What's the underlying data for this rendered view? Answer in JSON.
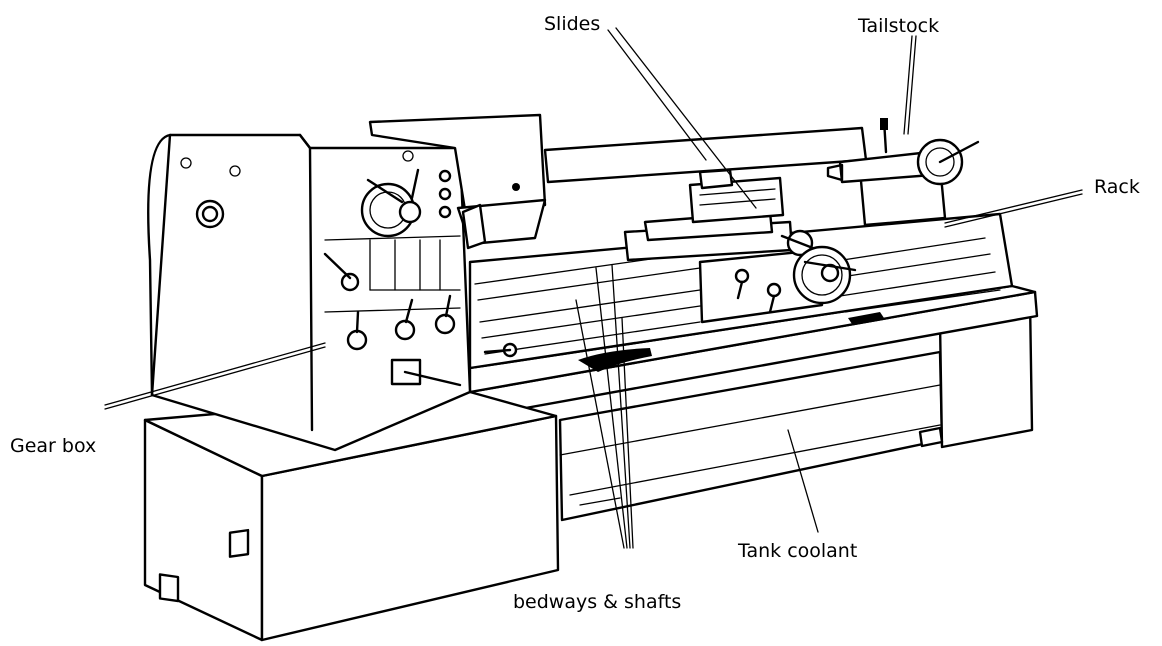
{
  "labels": {
    "slides": "Slides",
    "tailstock": "Tailstock",
    "rack": "Rack",
    "gear_box": "Gear box",
    "tank_coolant": "Tank coolant",
    "bedways_shafts": "bedways & shafts"
  },
  "colors": {
    "ink": "#000000",
    "background": "#ffffff"
  }
}
